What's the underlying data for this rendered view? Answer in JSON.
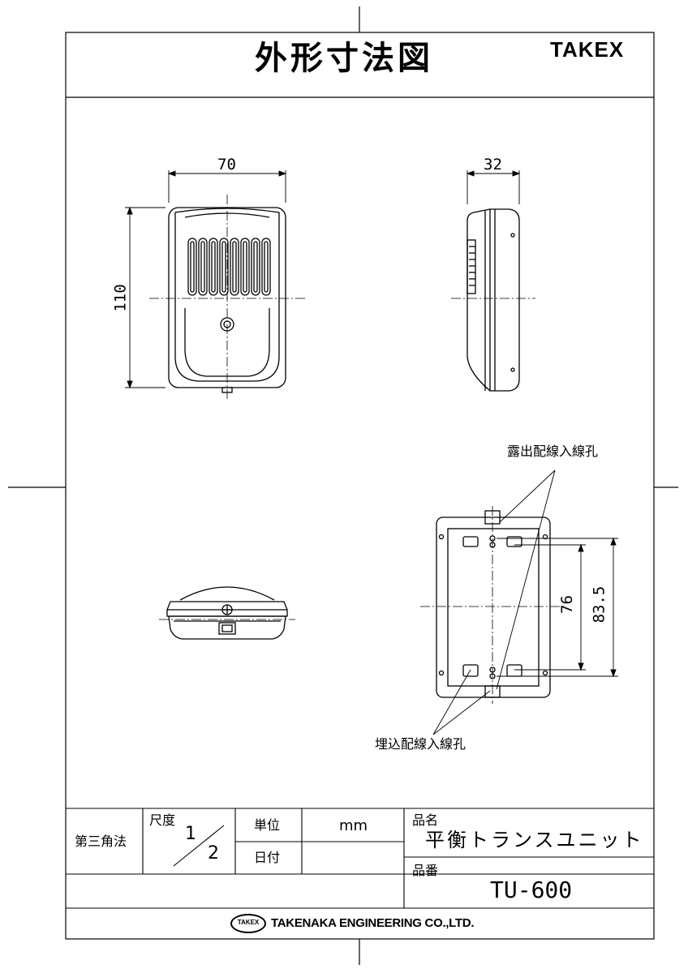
{
  "title": "外形寸法図",
  "brand": "TAKEX",
  "dimensions": {
    "front_width": "70",
    "front_height": "110",
    "side_depth": "32",
    "back_pitch_inner": "76",
    "back_pitch_outer": "83.5"
  },
  "callouts": {
    "exposed_hole": "露出配線入線孔",
    "embedded_hole": "埋込配線入線孔"
  },
  "title_block": {
    "projection": "第三角法",
    "scale_label": "尺度",
    "scale_numerator": "1",
    "scale_denominator": "2",
    "unit_label": "単位",
    "unit_value": "mm",
    "date_label": "日付",
    "date_value": "",
    "product_name_label": "品名",
    "product_name": "平衡トランスユニット",
    "product_number_label": "品番",
    "product_number": "TU-600"
  },
  "footer": {
    "logo_mark": "TAKEX",
    "company": "TAKENAKA ENGINEERING CO.,LTD."
  }
}
